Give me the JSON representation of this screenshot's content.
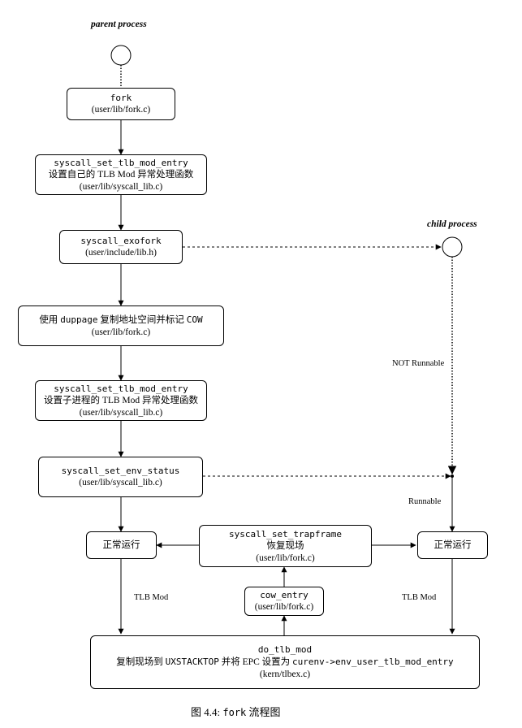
{
  "labels": {
    "parent_process": "parent process",
    "child_process": "child process",
    "not_runnable": "NOT Runnable",
    "runnable": "Runnable",
    "tlb_mod_left": "TLB Mod",
    "tlb_mod_right": "TLB Mod"
  },
  "boxes": {
    "fork": {
      "line1": "fork",
      "line2": "(user/lib/fork.c)"
    },
    "set_tlb_parent": {
      "line1": "syscall_set_tlb_mod_entry",
      "line2": "设置自己的 TLB Mod 异常处理函数",
      "line3": "(user/lib/syscall_lib.c)"
    },
    "exofork": {
      "line1": "syscall_exofork",
      "line2": "(user/include/lib.h)"
    },
    "duppage": {
      "pre": "使用 ",
      "code": "duppage",
      "mid": " 复制地址空间并标记 ",
      "code2": "COW",
      "line2": "(user/lib/fork.c)"
    },
    "set_tlb_child": {
      "line1": "syscall_set_tlb_mod_entry",
      "line2": "设置子进程的 TLB Mod 异常处理函数",
      "line3": "(user/lib/syscall_lib.c)"
    },
    "env_status": {
      "line1": "syscall_set_env_status",
      "line2": "(user/lib/syscall_lib.c)"
    },
    "run_left": {
      "line1": "正常运行"
    },
    "trapframe": {
      "line1": "syscall_set_trapframe",
      "line2": "恢复现场",
      "line3": "(user/lib/fork.c)"
    },
    "run_right": {
      "line1": "正常运行"
    },
    "cow_entry": {
      "line1": "cow_entry",
      "line2": "(user/lib/fork.c)"
    },
    "do_tlb_mod": {
      "line1": "do_tlb_mod",
      "l2a": "复制现场到 ",
      "l2b": "UXSTACKTOP",
      "l2c": " 并将 EPC 设置为 ",
      "l2d": "curenv->env_user_tlb_mod_entry",
      "line3": "(kern/tlbex.c)"
    }
  },
  "caption": {
    "prefix": "图 4.4: ",
    "code": "fork",
    "suffix": " 流程图"
  }
}
